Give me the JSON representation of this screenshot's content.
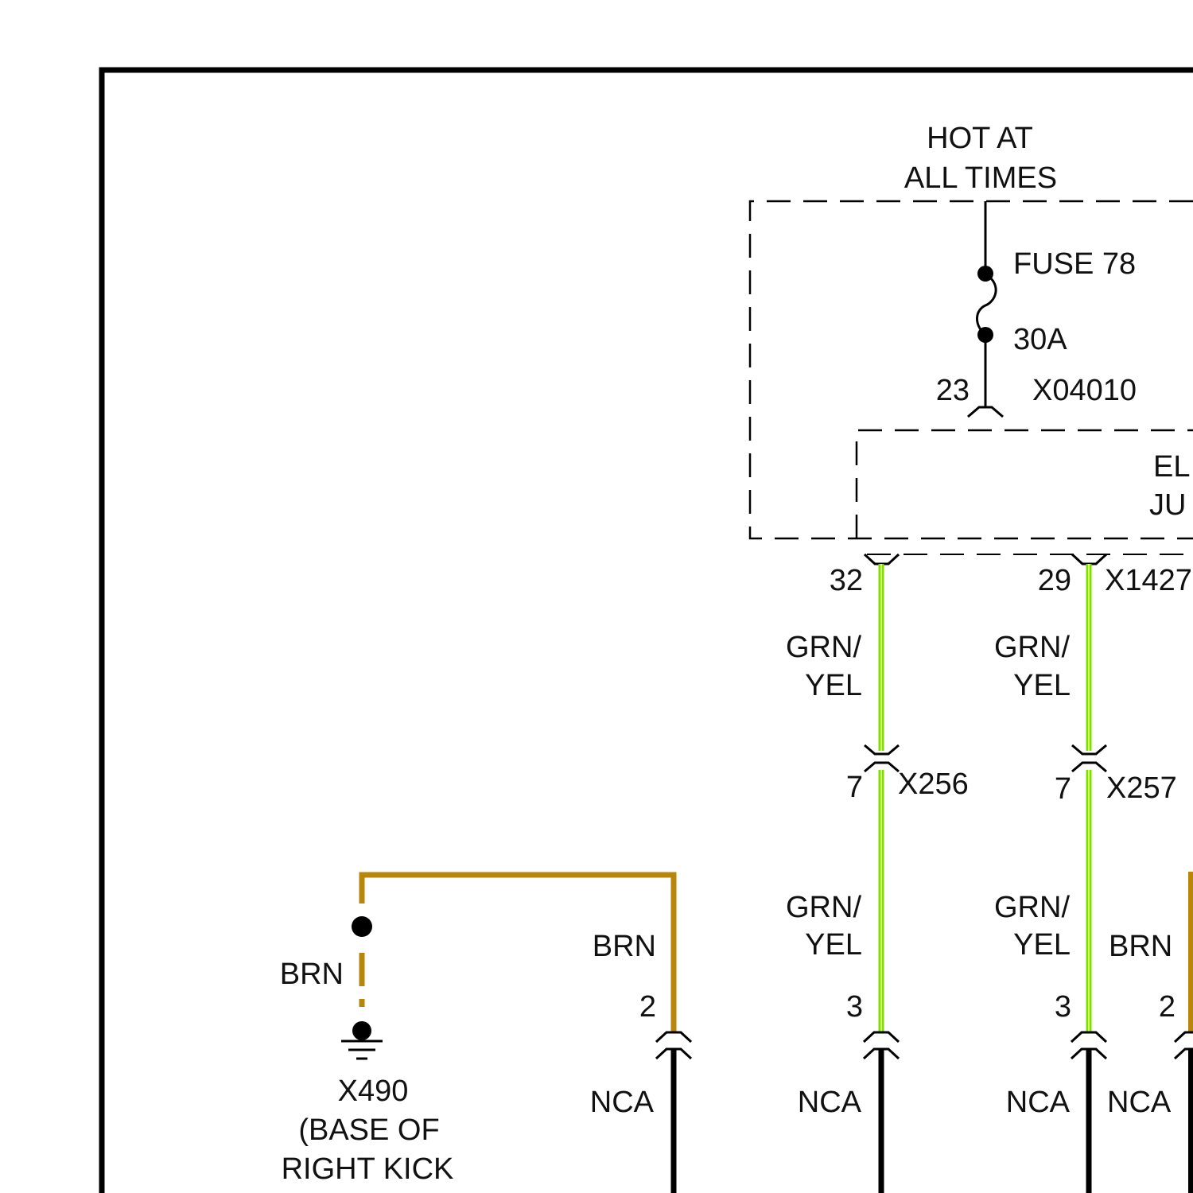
{
  "power": {
    "line1": "HOT AT",
    "line2": "ALL TIMES"
  },
  "fuse": {
    "name": "FUSE 78",
    "rating": "30A"
  },
  "fuse_box": {
    "pin": "23",
    "connector": "X04010"
  },
  "junction_block": {
    "label_line1": "EL",
    "label_line2": "JU"
  },
  "connectors": {
    "x1427": {
      "name": "X1427",
      "pin_left": "32",
      "pin_right": "29"
    },
    "x256": {
      "name": "X256",
      "pin": "7"
    },
    "x257": {
      "name": "X257",
      "pin": "7"
    },
    "lower_left": {
      "pin": "2"
    },
    "lower_mid": {
      "pin": "3"
    },
    "lower_right": {
      "pin": "3"
    },
    "lower_far": {
      "pin": "2"
    }
  },
  "wires": {
    "upper_left_color_1": "GRN/",
    "upper_left_color_2": "YEL",
    "upper_right_color_1": "GRN/",
    "upper_right_color_2": "YEL",
    "lower_left_color_1": "GRN/",
    "lower_left_color_2": "YEL",
    "lower_right_color_1": "GRN/",
    "lower_right_color_2": "YEL",
    "brn_left": "BRN",
    "brn_mid": "BRN",
    "brn_right": "BRN",
    "nca": [
      "NCA",
      "NCA",
      "NCA",
      "NCA"
    ]
  },
  "ground": {
    "name": "X490",
    "location_line1": "(BASE OF",
    "location_line2": "RIGHT KICK"
  },
  "colors": {
    "green_wire": "#7ee000",
    "green_wire_center": "#d4ff6a",
    "brown_wire": "#b8860b",
    "black_wire": "#000000"
  }
}
